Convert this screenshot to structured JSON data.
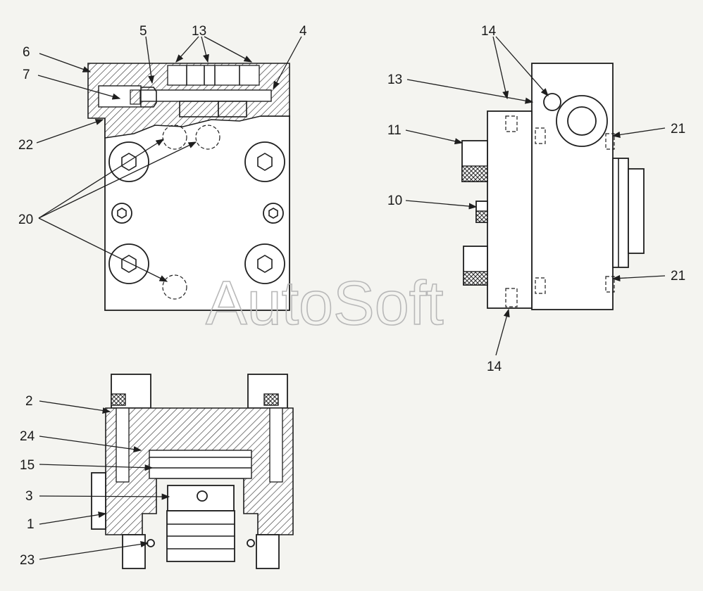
{
  "watermark": "AutoSoft",
  "views": {
    "top_left": {
      "callouts": [
        {
          "id": "c6",
          "text": "6"
        },
        {
          "id": "c7",
          "text": "7"
        },
        {
          "id": "c5",
          "text": "5"
        },
        {
          "id": "c13",
          "text": "13"
        },
        {
          "id": "c4",
          "text": "4"
        },
        {
          "id": "c22",
          "text": "22"
        },
        {
          "id": "c20",
          "text": "20"
        }
      ]
    },
    "right": {
      "callouts": [
        {
          "id": "c14a",
          "text": "14"
        },
        {
          "id": "c13b",
          "text": "13"
        },
        {
          "id": "c11",
          "text": "11"
        },
        {
          "id": "c10",
          "text": "10"
        },
        {
          "id": "c21a",
          "text": "21"
        },
        {
          "id": "c21b",
          "text": "21"
        },
        {
          "id": "c14b",
          "text": "14"
        }
      ]
    },
    "bottom": {
      "callouts": [
        {
          "id": "c2",
          "text": "2"
        },
        {
          "id": "c24",
          "text": "24"
        },
        {
          "id": "c15",
          "text": "15"
        },
        {
          "id": "c3",
          "text": "3"
        },
        {
          "id": "c1",
          "text": "1"
        },
        {
          "id": "c23",
          "text": "23"
        }
      ]
    }
  }
}
